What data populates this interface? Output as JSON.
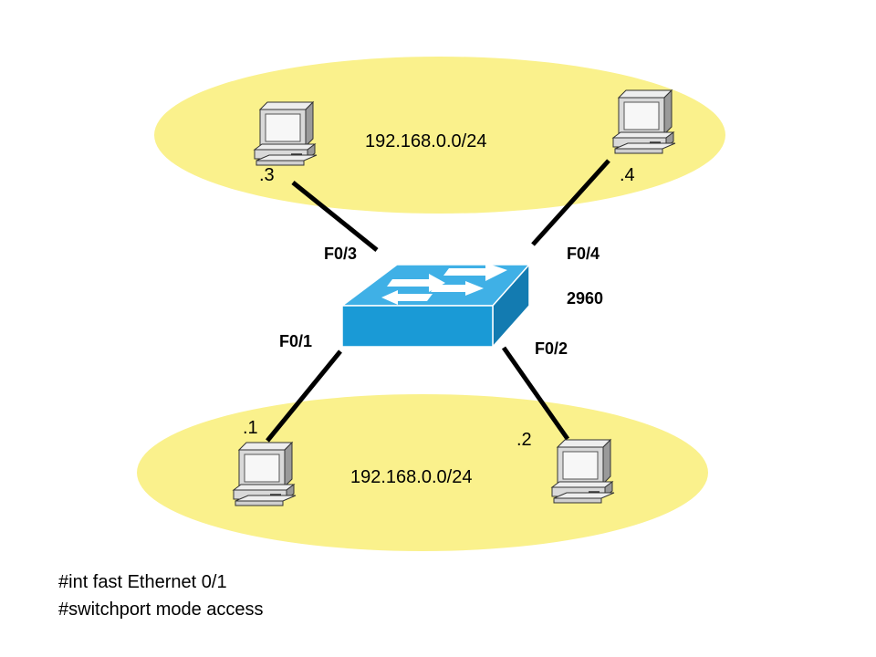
{
  "colors": {
    "segment_fill": "#faf18c",
    "switch_top": "#3fb0e6",
    "switch_front": "#1a9ad6",
    "switch_side": "#137bb1",
    "cable": "#000000"
  },
  "segments": {
    "top": {
      "subnet": "192.168.0.0/24"
    },
    "bottom": {
      "subnet": "192.168.0.0/24"
    }
  },
  "hosts": {
    "top_left": {
      "label": ".3",
      "icon": "computer-icon"
    },
    "top_right": {
      "label": ".4",
      "icon": "computer-icon"
    },
    "bottom_left": {
      "label": ".1",
      "icon": "computer-icon"
    },
    "bottom_right": {
      "label": ".2",
      "icon": "computer-icon"
    }
  },
  "switch": {
    "model": "2960",
    "icon": "switch-icon",
    "ports": {
      "p1": "F0/1",
      "p2": "F0/2",
      "p3": "F0/3",
      "p4": "F0/4"
    }
  },
  "commands": [
    "#int fast Ethernet 0/1",
    "#switchport mode access"
  ]
}
